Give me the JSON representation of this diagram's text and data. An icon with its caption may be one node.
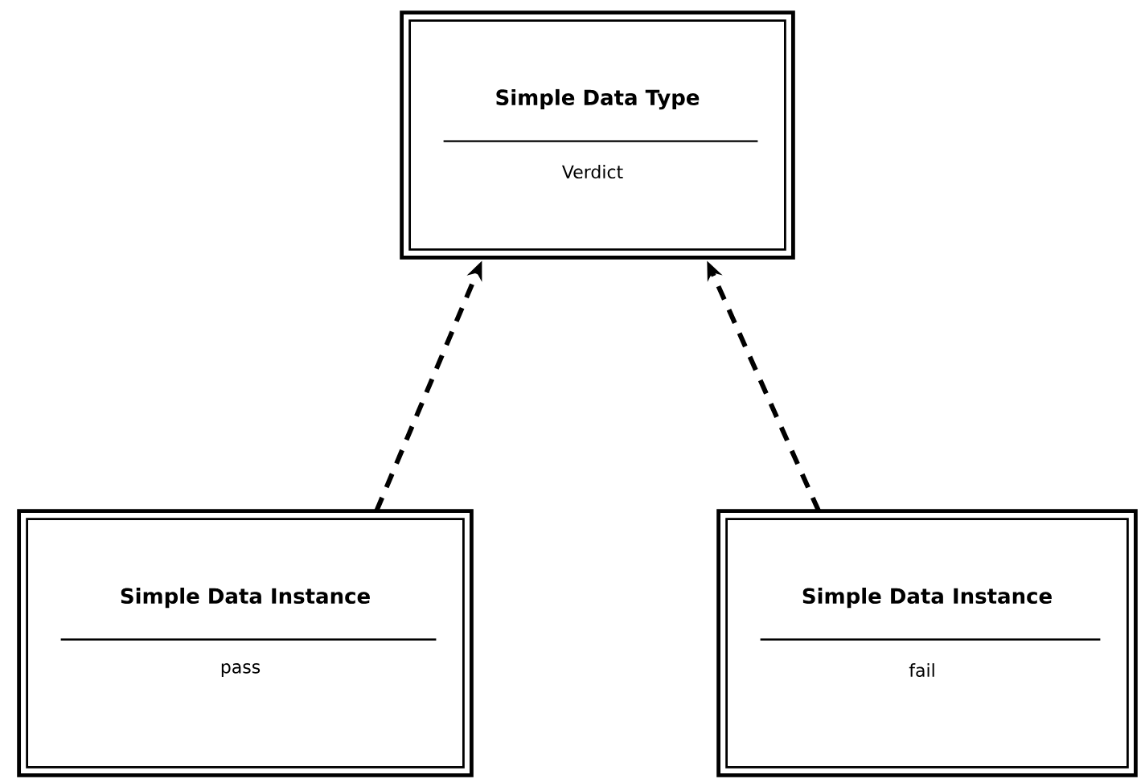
{
  "diagram": {
    "nodes": [
      {
        "text": [
          "Simple Data Type",
          "Verdict"
        ]
      },
      {
        "text": [
          "Simple Data Instance",
          "pass"
        ]
      },
      {
        "text": [
          "Simple Data Instance",
          "fail"
        ]
      }
    ],
    "edges": [
      {
        "from": 1,
        "to": 0,
        "arrow": "to",
        "style": "dashed"
      },
      {
        "from": 2,
        "to": 0,
        "arrow": "to",
        "style": "dashed"
      }
    ]
  }
}
